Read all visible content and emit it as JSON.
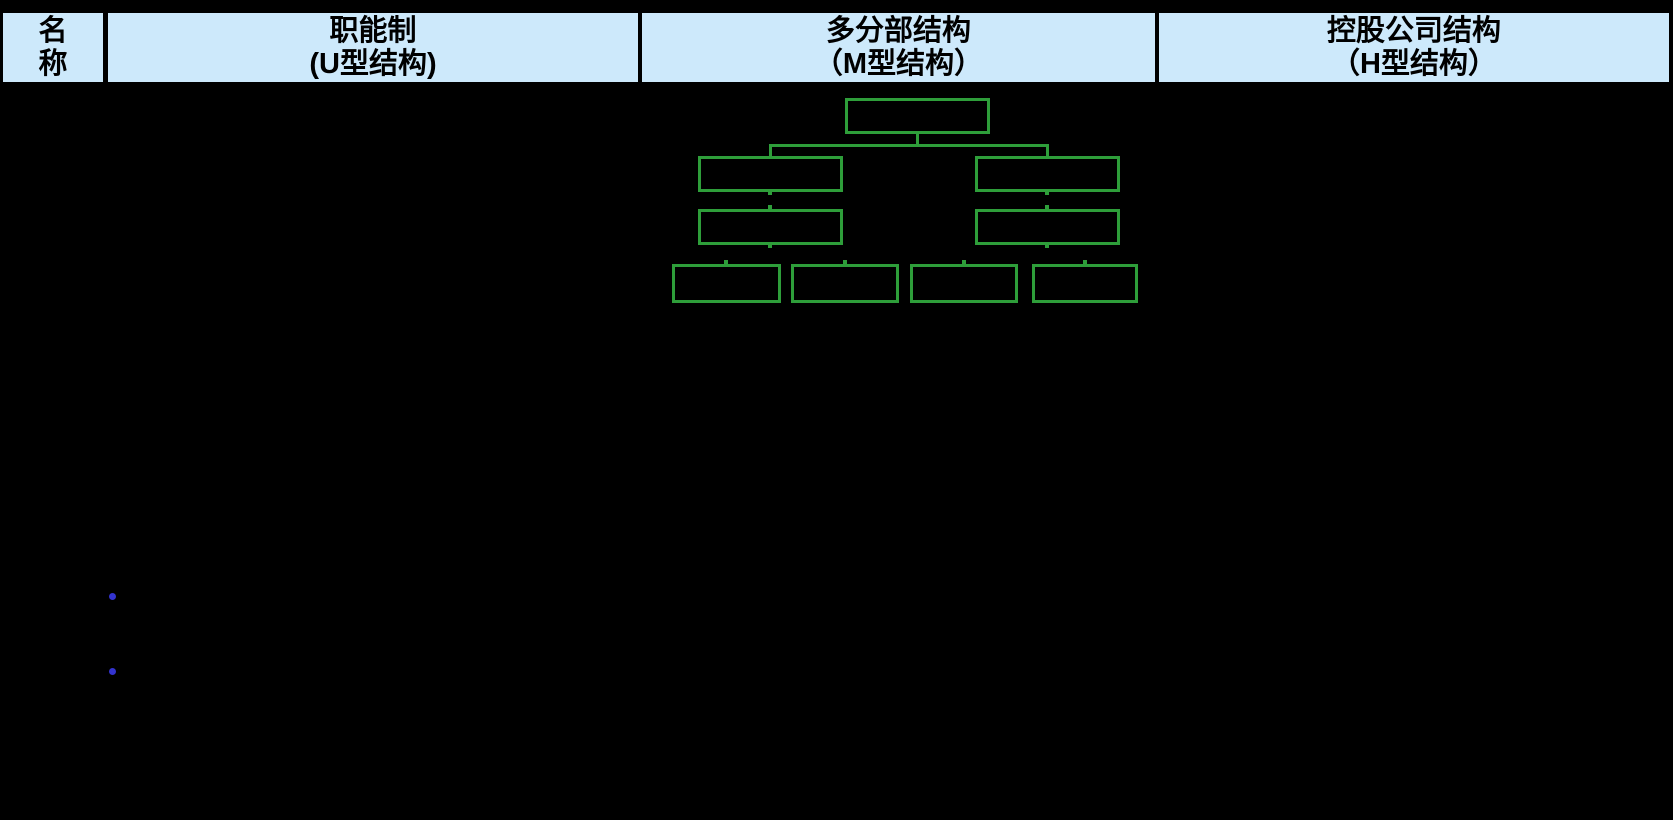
{
  "slide": {
    "background_color": "#000000"
  },
  "table": {
    "header_bg": "#CDE9FB",
    "header_text_color": "#000000",
    "header_cells": [
      {
        "id": "name",
        "line1": "名",
        "line2": "称"
      },
      {
        "id": "u",
        "line1": "职能制",
        "line2": "(U型结构)"
      },
      {
        "id": "m",
        "line1": "多分部结构",
        "line2": "（M型结构）"
      },
      {
        "id": "h",
        "line1": "控股公司结构",
        "line2": "（H型结构）"
      }
    ]
  },
  "org_chart": {
    "located_in_column": "多分部结构（M型结构）",
    "line_color": "#2E9E3A",
    "boxes_have_visible_text": false,
    "levels": [
      {
        "level": 1,
        "box_count": 1
      },
      {
        "level": 2,
        "box_count": 2
      },
      {
        "level": 3,
        "box_count": 2
      },
      {
        "level": 4,
        "box_count": 4
      }
    ]
  },
  "bullets": {
    "color": "#3333CF",
    "count": 2
  }
}
